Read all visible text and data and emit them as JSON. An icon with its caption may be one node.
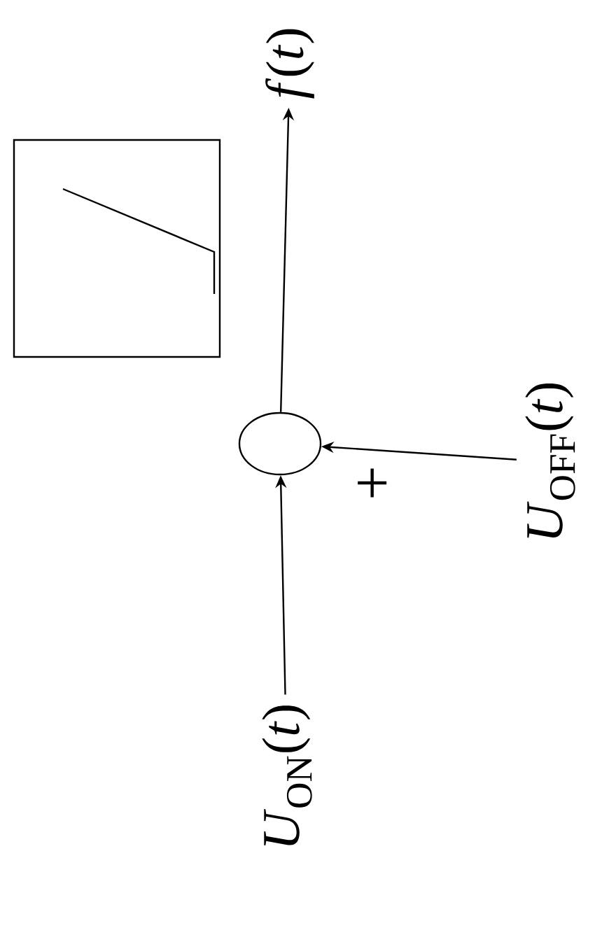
{
  "diagram": {
    "nodes": [
      {
        "text": [
          "*U*$_{ON}$(*t*)"
        ]
      },
      {
        "text": [],
        "shape": "circle"
      },
      {
        "text": [
          "*U*$_{OFF}$(*t*)"
        ]
      },
      {
        "text": [
          "*f*(*t*)"
        ]
      }
    ],
    "edges": [
      {
        "from": 0,
        "to": 1,
        "arrow": "to"
      },
      {
        "from": 2,
        "to": 1,
        "arrow": "to"
      },
      {
        "from": 1,
        "to": 3,
        "arrow": "to"
      }
    ],
    "labels": [
      "+"
    ]
  }
}
